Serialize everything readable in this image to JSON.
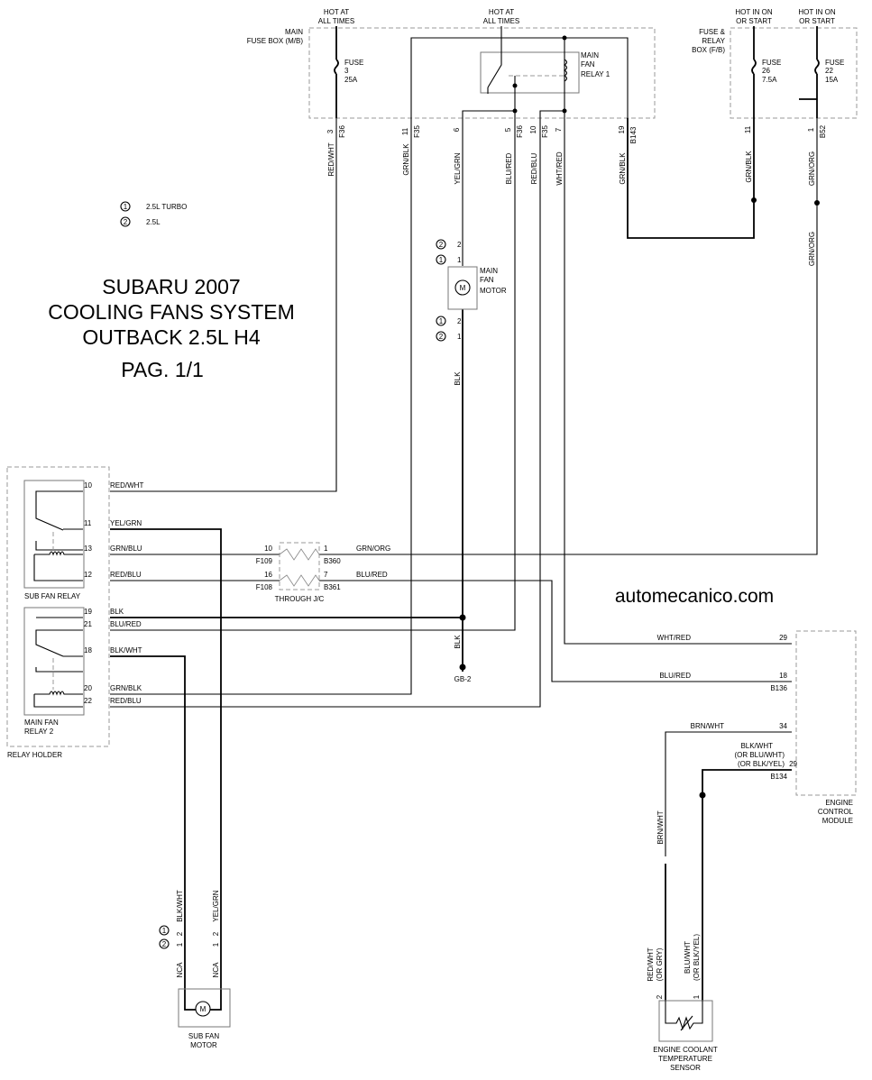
{
  "title": {
    "line1": "SUBARU 2007",
    "line2": "COOLING FANS SYSTEM",
    "line3": "OUTBACK 2.5L H4",
    "line4": "PAG. 1/1"
  },
  "watermark": "automecanico.com",
  "legend": {
    "mark1": "1",
    "label1": "2.5L TURBO",
    "mark2": "2",
    "label2": "2.5L"
  },
  "power": {
    "hot1_l1": "HOT AT",
    "hot1_l2": "ALL TIMES",
    "hot2_l1": "HOT AT",
    "hot2_l2": "ALL TIMES",
    "hot3_l1": "HOT IN ON",
    "hot3_l2": "OR START",
    "hot4_l1": "HOT IN ON",
    "hot4_l2": "OR START"
  },
  "main_fuse_box": {
    "l1": "MAIN",
    "l2": "FUSE BOX (M/B)",
    "fuse_l1": "FUSE",
    "fuse_l2": "3",
    "fuse_l3": "25A",
    "relay_l1": "MAIN",
    "relay_l2": "FAN",
    "relay_l3": "RELAY 1"
  },
  "fb_box": {
    "l1": "FUSE &",
    "l2": "RELAY",
    "l3": "BOX (F/B)",
    "fuse26_l1": "FUSE",
    "fuse26_l2": "26",
    "fuse26_l3": "7.5A",
    "fuse22_l1": "FUSE",
    "fuse22_l2": "22",
    "fuse22_l3": "15A"
  },
  "top_pins": {
    "p3": "3",
    "c3": "F36",
    "p11": "11",
    "c11": "F35",
    "p6": "6",
    "p5": "5",
    "c5": "F36",
    "p10": "10",
    "c10": "F35",
    "p7": "7",
    "p19": "19",
    "c19": "B143",
    "pf11": "11",
    "pf1": "1",
    "cf1": "B52"
  },
  "top_wires": {
    "w1": "RED/WHT",
    "w2": "GRN/BLK",
    "w3": "YEL/GRN",
    "w4": "BLU/RED",
    "w5": "RED/BLU",
    "w6": "WHT/RED",
    "w7": "GRN/BLK",
    "w8": "GRN/BLK",
    "w9": "GRN/ORG",
    "w10": "GRN/ORG"
  },
  "main_fan_motor": {
    "l1": "MAIN",
    "l2": "FAN",
    "l3": "MOTOR",
    "m": "M",
    "top_pin_a": "2",
    "top_pin_b": "1",
    "bot_pin_a": "2",
    "bot_pin_b": "1",
    "ground_wire": "BLK",
    "ground_wire2": "BLK",
    "ground": "GB-2"
  },
  "relay_holder": {
    "label": "RELAY HOLDER",
    "sub_relay": "SUB FAN RELAY",
    "main_relay_l1": "MAIN FAN",
    "main_relay_l2": "RELAY 2",
    "pins": [
      {
        "pin": "10",
        "wire": "RED/WHT"
      },
      {
        "pin": "11",
        "wire": "YEL/GRN"
      },
      {
        "pin": "13",
        "wire": "GRN/BLU"
      },
      {
        "pin": "12",
        "wire": "RED/BLU"
      },
      {
        "pin": "19",
        "wire": "BLK"
      },
      {
        "pin": "21",
        "wire": "BLU/RED"
      },
      {
        "pin": "18",
        "wire": "BLK/WHT"
      },
      {
        "pin": "20",
        "wire": "GRN/BLK"
      },
      {
        "pin": "22",
        "wire": "RED/BLU"
      }
    ]
  },
  "through_jc": {
    "label": "THROUGH J/C",
    "l_pin1": "10",
    "l_conn1": "F109",
    "l_pin2": "16",
    "l_conn2": "F108",
    "r_pin1": "1",
    "r_conn1": "B360",
    "r_pin2": "7",
    "r_conn2": "B361",
    "wire1": "GRN/ORG",
    "wire2": "BLU/RED"
  },
  "ecm": {
    "l1": "ENGINE",
    "l2": "CONTROL",
    "l3": "MODULE",
    "pin29": "29",
    "w29": "WHT/RED",
    "pin18": "18",
    "w18": "BLU/RED",
    "c136": "B136",
    "pin34": "34",
    "w34": "BRN/WHT",
    "pin29b": "29",
    "w29b_l1": "BLK/WHT",
    "w29b_l2": "(OR BLU/WHT)",
    "w29b_l3": "(OR BLK/YEL)",
    "c134": "B134"
  },
  "sub_fan_motor": {
    "l1": "SUB FAN",
    "l2": "MOTOR",
    "m": "M",
    "w_left": "BLK/WHT",
    "w_right": "YEL/GRN",
    "pin_l_a": "2",
    "pin_l_b": "1",
    "pin_r_a": "2",
    "pin_r_b": "1",
    "nca_l": "NCA",
    "nca_r": "NCA",
    "mark1": "1",
    "mark2": "2"
  },
  "sensor": {
    "l1": "ENGINE COOLANT",
    "l2": "TEMPERATURE",
    "l3": "SENSOR",
    "w_top": "BRN/WHT",
    "w_left_l1": "RED/WHT",
    "w_left_l2": "(OR GRY)",
    "w_right_l1": "BLU/WHT",
    "w_right_l2": "(OR BLK/YEL)",
    "pin_l": "2",
    "pin_r": "1"
  }
}
